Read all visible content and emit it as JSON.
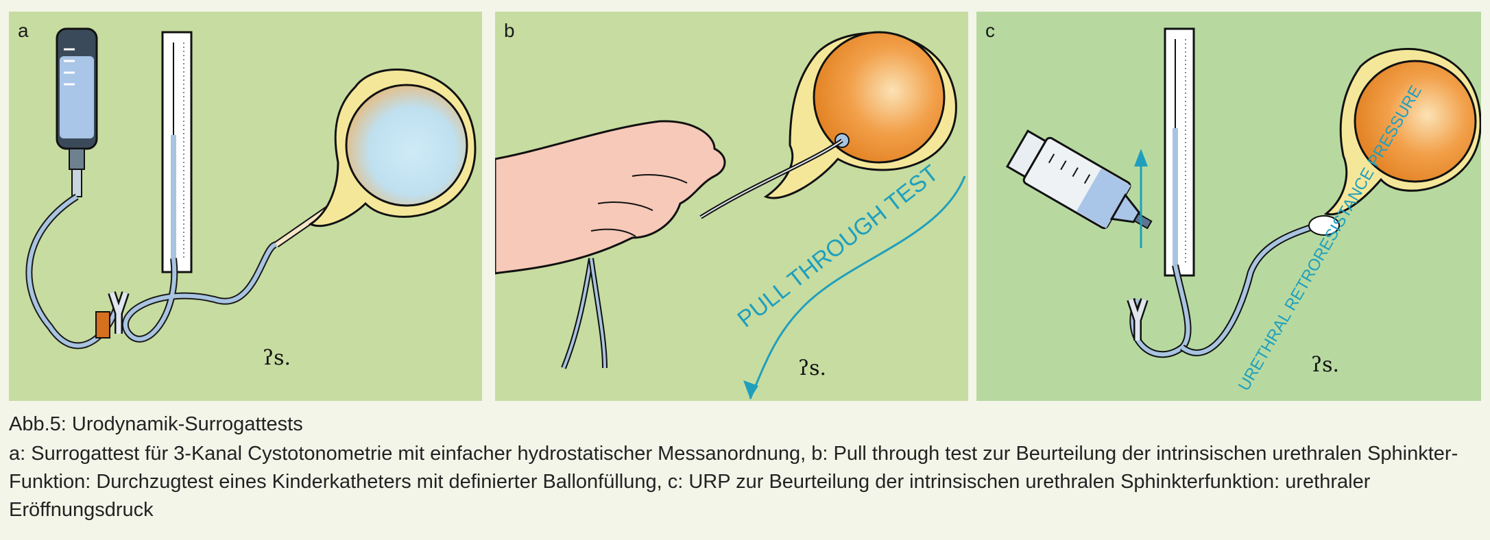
{
  "panels": {
    "a": {
      "label": "a"
    },
    "b": {
      "label": "b",
      "annotation": "PULL THROUGH TEST"
    },
    "c": {
      "label": "c",
      "annotation": "URETHRAL RETRORESISTANCE PRESSURE"
    }
  },
  "signature": "ʔs.",
  "caption": {
    "title": "Abb.5: Urodynamik-Surrogattests",
    "body": "a: Surrogattest für 3-Kanal Cystotonometrie mit einfacher hydrostatischer Messanordnung, b: Pull through test zur Beurteilung der intrinsischen urethralen Sphinkter-Funktion: Durchzugtest eines Kinderkatheters mit definierter Ballonfüllung, c: URP zur Beurteilung der intrinsischen urethralen Sphinkterfunktion: urethraler Eröffnungsdruck"
  },
  "colors": {
    "panel_bg_ab": "#c7dca0",
    "panel_bg_c": "#b7d9a0",
    "annotation": "#1f9fbd",
    "balloon_orange": "#ef8f2a",
    "balloon_blue": "#bfe3f3",
    "tube": "#a8c4e0"
  }
}
